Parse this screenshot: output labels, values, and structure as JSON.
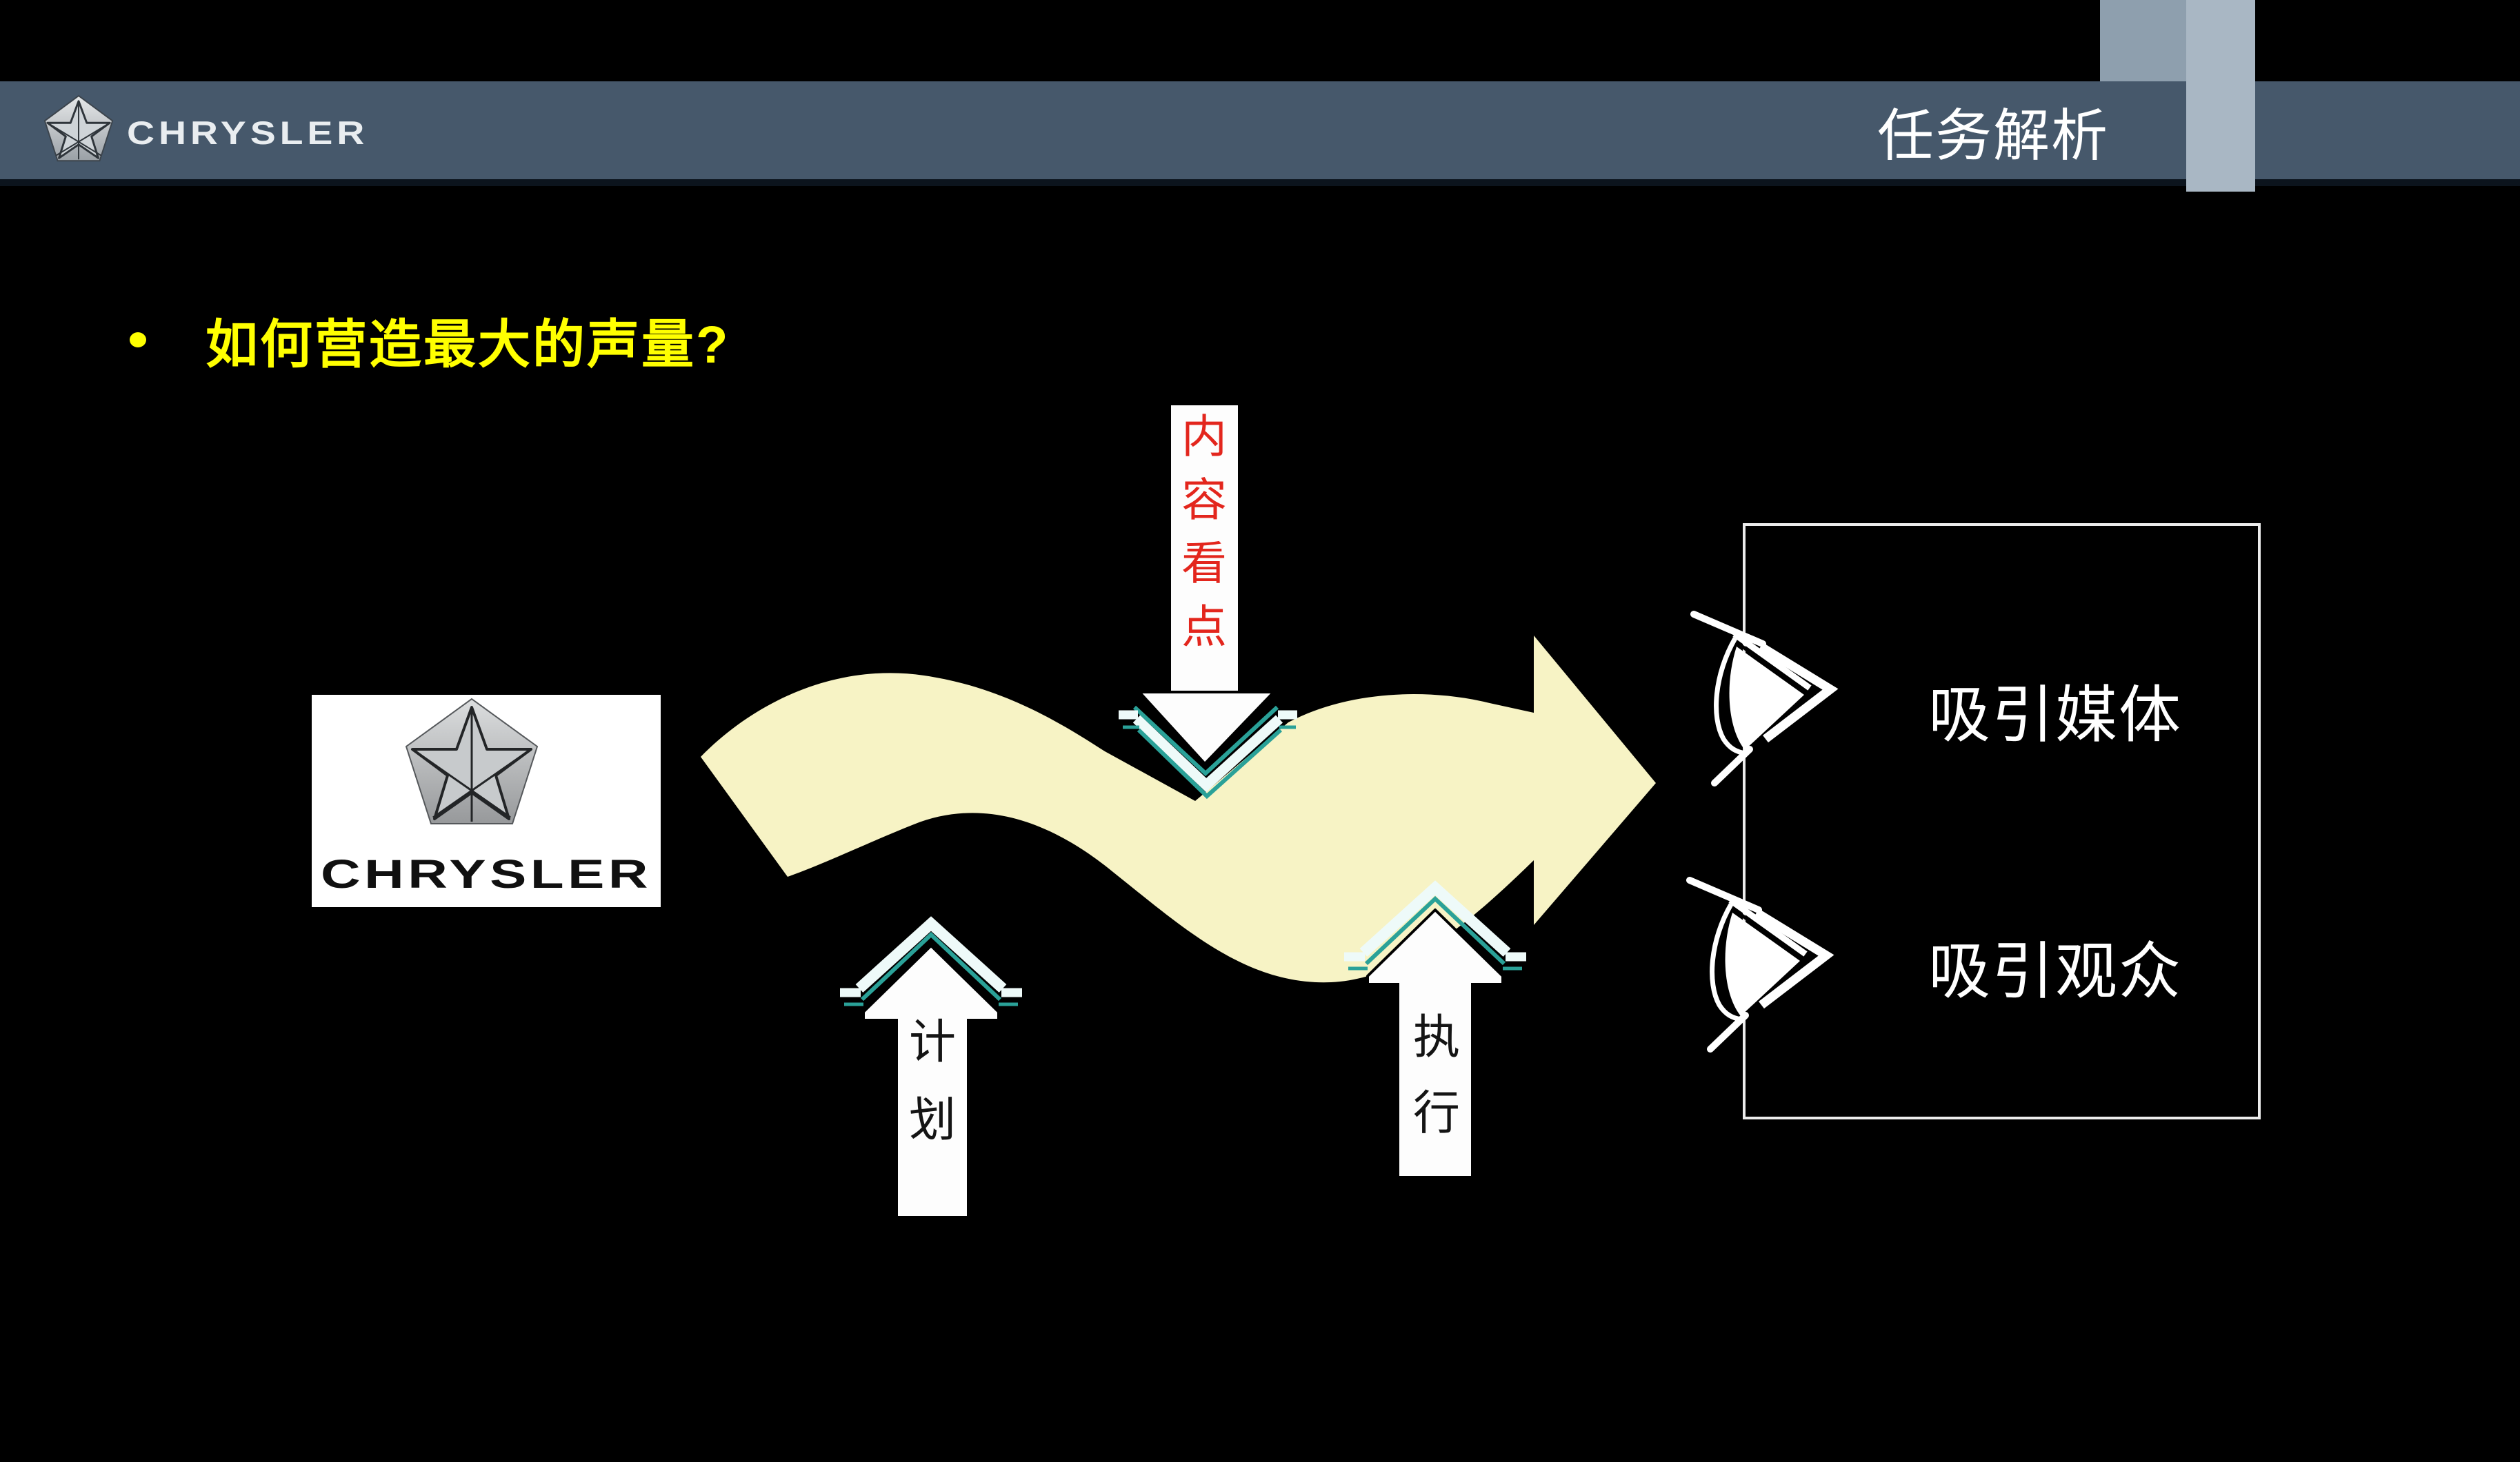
{
  "header": {
    "brand": "CHRYSLER",
    "title": "任务解析",
    "bar_color": "#46586b",
    "accent_block_color": "#8e9fae",
    "accent_column_color": "#a9b7c4"
  },
  "bullet": {
    "text": "如何营造最大的声量?",
    "color": "#ffff00"
  },
  "logo_card": {
    "brand": "CHRYSLER"
  },
  "flow": {
    "ribbon_color": "#f7f3c5",
    "teal_color": "#2aa198",
    "down_arrow": {
      "label": "内容看点",
      "color": "#e3261d",
      "chars": [
        "内",
        "容",
        "看",
        "点"
      ]
    },
    "up_arrows": [
      {
        "label": "计划",
        "chars": [
          "计",
          "划"
        ]
      },
      {
        "label": "执行",
        "chars": [
          "执",
          "行"
        ]
      }
    ]
  },
  "outcomes": {
    "border_color": "#ececec",
    "items": [
      {
        "label": "吸引媒体"
      },
      {
        "label": "吸引观众"
      }
    ]
  }
}
